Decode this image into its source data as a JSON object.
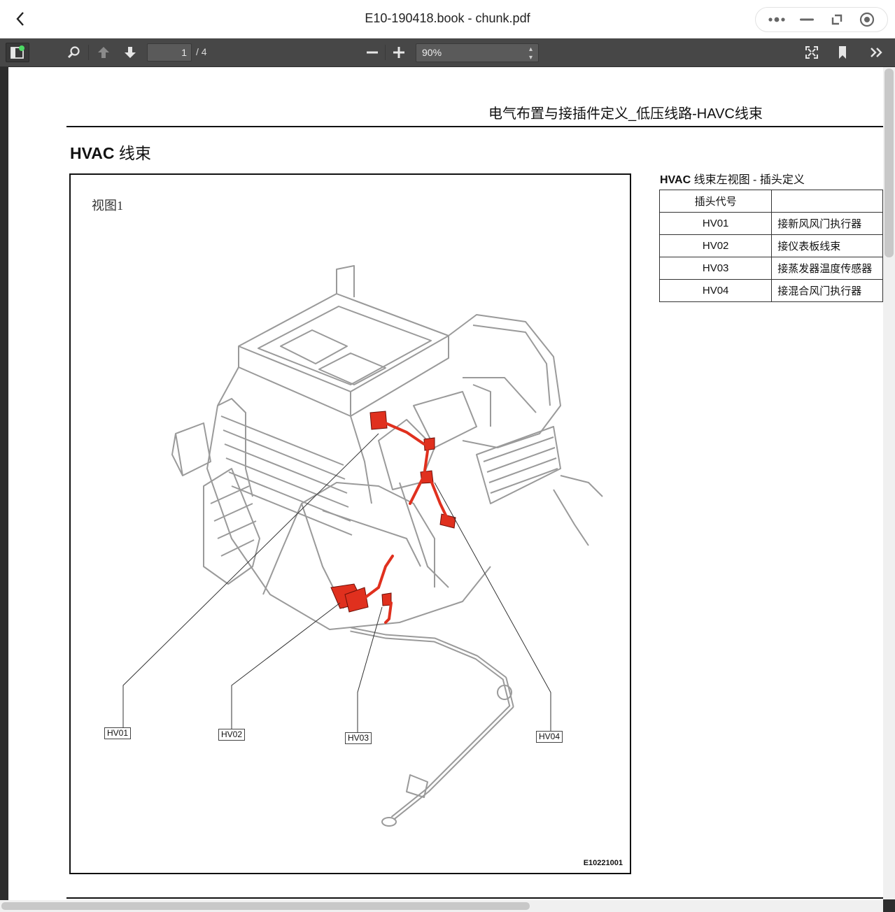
{
  "window": {
    "title": "E10-190418.book - chunk.pdf"
  },
  "toolbar": {
    "current_page": "1",
    "page_total": "/ 4",
    "zoom": "90%"
  },
  "document": {
    "header": "电气布置与接插件定义_低压线路-HAVC线束",
    "section_title_bold": "HVAC",
    "section_title_rest": " 线束",
    "view_label": "视图1",
    "figure_code": "E10221001",
    "callouts": [
      "HV01",
      "HV02",
      "HV03",
      "HV04"
    ],
    "table": {
      "title_bold": "HVAC",
      "title_rest": " 线束左视图 - 插头定义",
      "header_code": "插头代号",
      "header_desc": "",
      "rows": [
        {
          "code": "HV01",
          "desc": "接新风风门执行器"
        },
        {
          "code": "HV02",
          "desc": "接仪表板线束"
        },
        {
          "code": "HV03",
          "desc": "接蒸发器温度传感器"
        },
        {
          "code": "HV04",
          "desc": "接混合风门执行器"
        }
      ]
    }
  },
  "colors": {
    "toolbar_bg": "#474747",
    "connector_red": "#e0301e",
    "viewer_bg": "#2d2d2d"
  },
  "icons": [
    "back-icon",
    "more-icon",
    "minimize-icon",
    "restore-icon",
    "close-icon",
    "sidebar-icon",
    "search-icon",
    "prev-page-icon",
    "next-page-icon",
    "zoom-out-icon",
    "zoom-in-icon",
    "presentation-icon",
    "bookmark-icon",
    "tools-icon"
  ]
}
